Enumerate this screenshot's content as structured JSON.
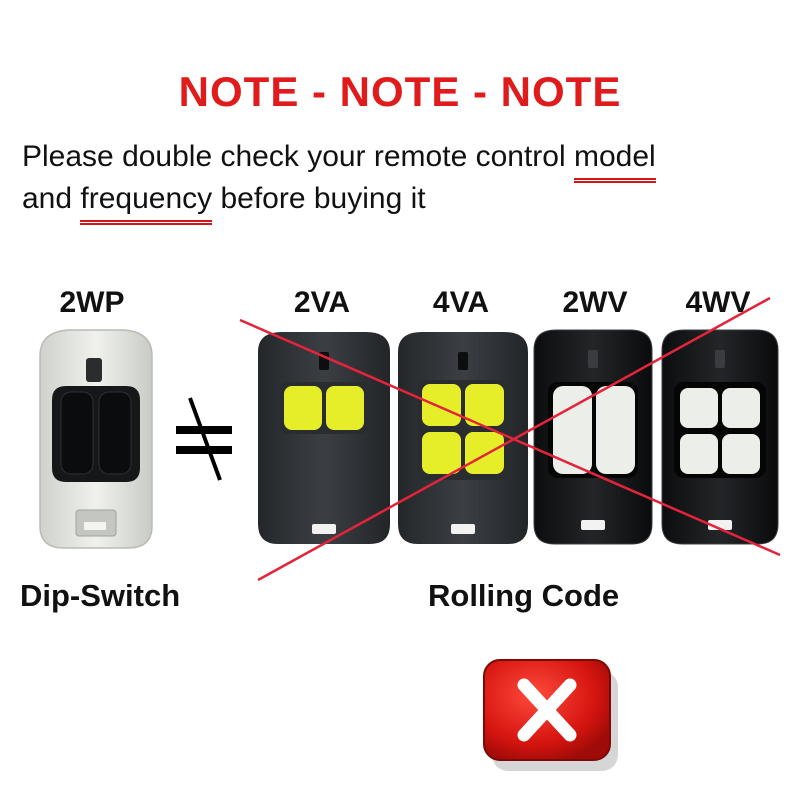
{
  "heading": "NOTE - NOTE - NOTE",
  "message": {
    "line1_before": "Please double check your remote control ",
    "line1_emph": "model",
    "line2_before": "and ",
    "line2_emph": "frequency",
    "line2_after": " before buying it"
  },
  "models": {
    "compatible": "2WP",
    "incompatible": [
      "2VA",
      "4VA",
      "2WV",
      "4WV"
    ]
  },
  "not_equal_symbol": "≠",
  "labels": {
    "dip_switch": "Dip-Switch",
    "rolling_code": "Rolling Code"
  },
  "icons": [
    "remote-2wp-image",
    "remote-2va-image",
    "remote-4va-image",
    "remote-2wv-image",
    "remote-4wv-image",
    "not-equal-icon",
    "cross-out-icon",
    "red-x-icon"
  ],
  "colors": {
    "accent_red": "#e01b1b",
    "button_yellow": "#e8f02a",
    "remote_dark": "#2c2f33",
    "remote_white": "#e9ebe6"
  }
}
